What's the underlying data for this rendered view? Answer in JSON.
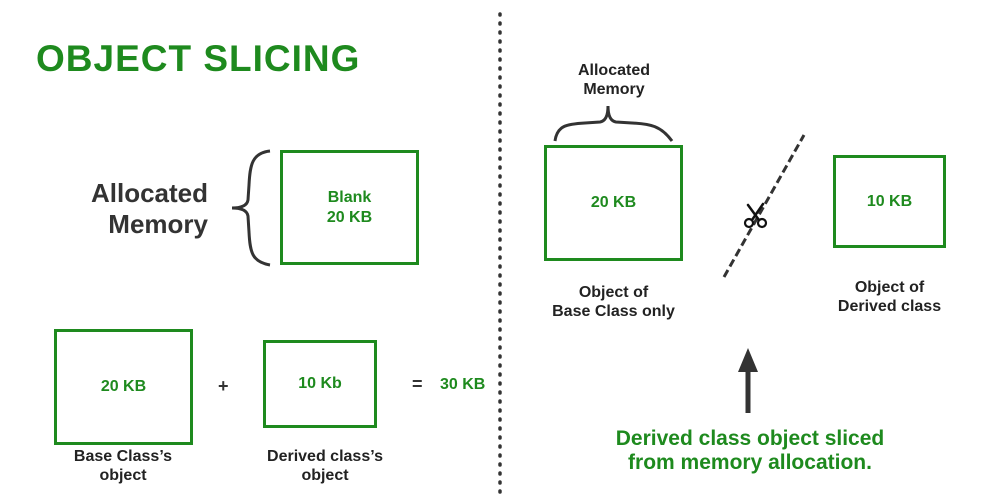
{
  "title": "OBJECT SLICING",
  "left": {
    "allocated_label": "Allocated\nMemory",
    "blank_box": "Blank\n20 KB",
    "base_box": "20 KB",
    "base_caption": "Base Class’s\nobject",
    "plus": "+",
    "derived_box": "10 Kb",
    "derived_caption": "Derived class’s\nobject",
    "equals": "=",
    "total": "30 KB"
  },
  "right": {
    "allocated_label": "Allocated\nMemory",
    "base_box": "20 KB",
    "base_caption": "Object of\nBase Class only",
    "derived_box": "10 KB",
    "derived_caption": "Object of\nDerived class",
    "conclusion": "Derived class object sliced\nfrom memory allocation."
  },
  "colors": {
    "green": "#1e8a1e",
    "dark": "#333333"
  },
  "icons": {
    "scissors": "scissors-icon",
    "arrow": "arrow-up-icon"
  }
}
